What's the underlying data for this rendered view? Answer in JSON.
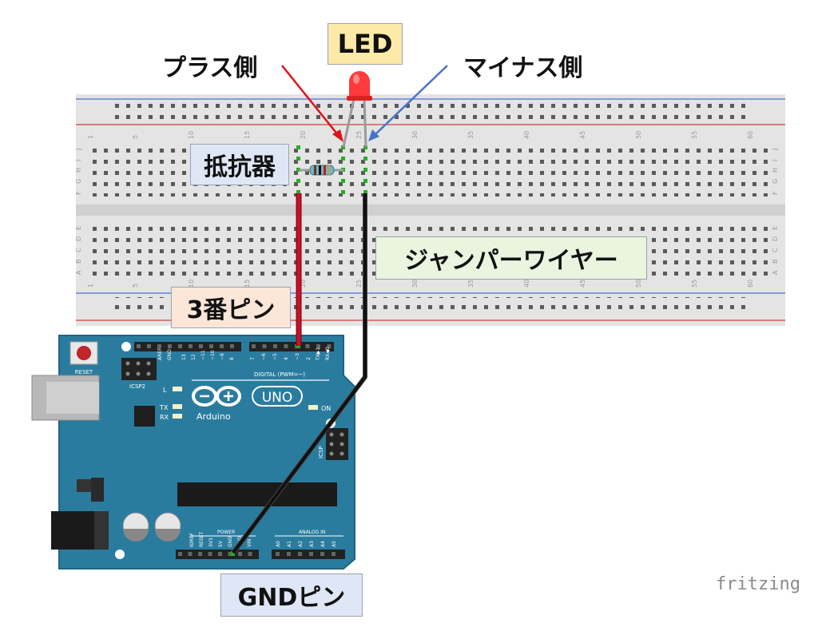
{
  "labels": {
    "led": "LED",
    "plus_side": "プラス側",
    "minus_side": "マイナス側",
    "resistor": "抵抗器",
    "jumper_wire": "ジャンパーワイヤー",
    "pin3": "3番ピン",
    "gnd_pin": "GNDピン"
  },
  "board": {
    "logo_text": "UNO",
    "brand": "Arduino",
    "reset": "RESET",
    "icsp2": "ICSP2",
    "icsp": "ICSP",
    "led_l": "L",
    "led_tx": "TX",
    "led_rx": "RX",
    "led_on": "ON",
    "digital": "DIGITAL (PWM=~)",
    "power": "POWER",
    "analog_in": "ANALOG IN",
    "aref": "AREF",
    "gnd": "GND",
    "digital_pins": [
      "13",
      "12",
      "~11",
      "~10",
      "~9",
      "8",
      "7",
      "~6",
      "~5",
      "4",
      "~3",
      "2",
      "TX▶1",
      "RX◀0"
    ],
    "power_pins": [
      "IOREF",
      "RESET",
      "3V3",
      "5V",
      "GND",
      "GND",
      "VIN"
    ],
    "analog_pins": [
      "A0",
      "A1",
      "A2",
      "A3",
      "A4",
      "A5"
    ]
  },
  "breadboard": {
    "col_numbers": [
      "1",
      "5",
      "10",
      "15",
      "20",
      "25",
      "30",
      "35",
      "40",
      "45",
      "50",
      "55",
      "60"
    ],
    "row_letters_top": [
      "J",
      "I",
      "H",
      "G",
      "F"
    ],
    "row_letters_bottom": [
      "E",
      "D",
      "C",
      "B",
      "A"
    ]
  },
  "watermark": "fritzing",
  "colors": {
    "board_blue": "#2a7c9e",
    "wire_red": "#c8102e",
    "wire_black": "#1a1a1a",
    "arrow_red": "#e0121b",
    "arrow_blue": "#4a73c8",
    "led_label_bg": "#fde9a8",
    "resistor_label_bg": "#dfe6f5",
    "jumper_label_bg": "#e9f5df",
    "pin3_label_bg": "#fce6d8",
    "gnd_label_bg": "#dfe6f5"
  }
}
